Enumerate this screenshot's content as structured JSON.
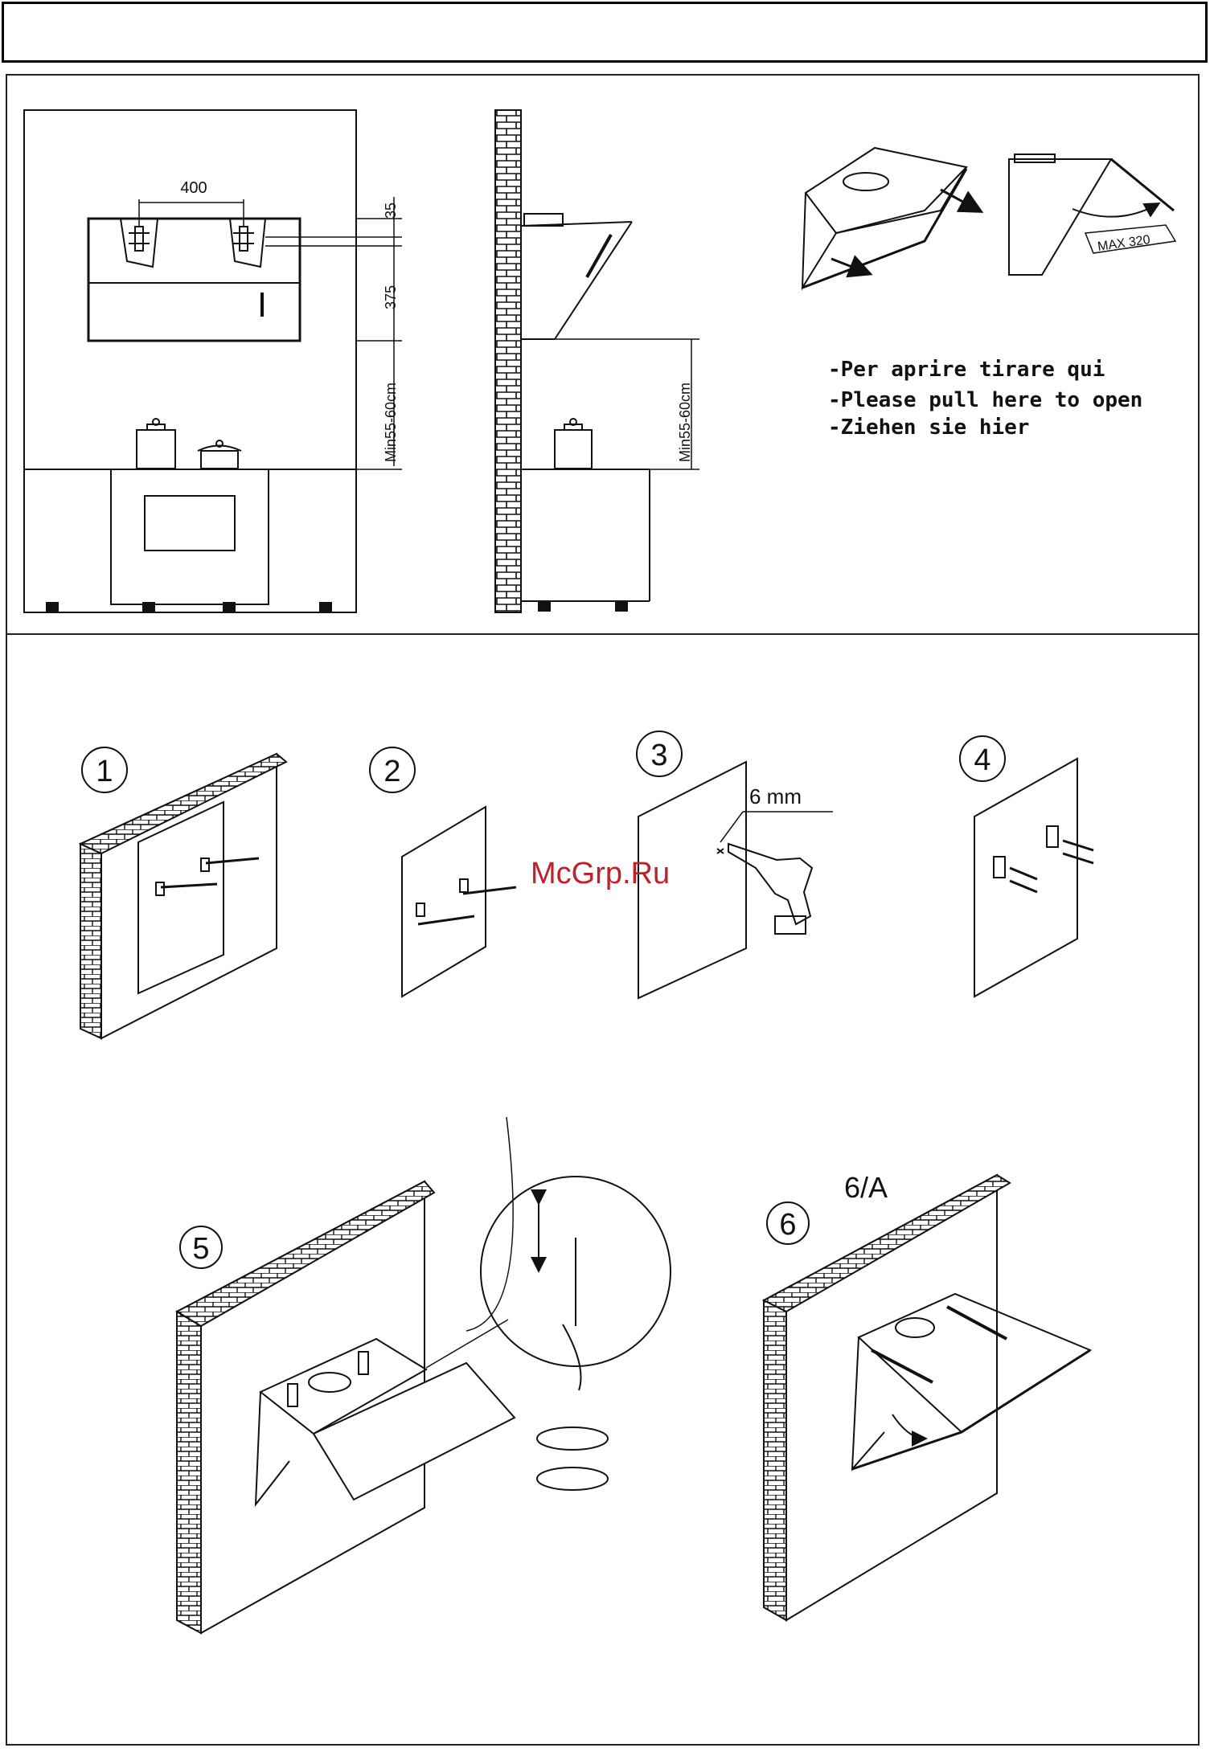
{
  "dimensions": {
    "width_spacing": "400",
    "top_gap": "35",
    "hood_height": "375",
    "clearance_front": "Min55-60cm",
    "clearance_side": "Min55-60cm",
    "max_opening": "MAX 320"
  },
  "instructions": [
    "-Per aprire tirare qui",
    "-Please pull here to open",
    "-Ziehen sie hier"
  ],
  "steps": {
    "s1": "1",
    "s2": "2",
    "s3": "3",
    "s4": "4",
    "s5": "5",
    "s6": "6",
    "s6a": "6/A"
  },
  "drill_size": "6 mm",
  "watermark": "McGrp.Ru",
  "colors": {
    "line": "#111111",
    "watermark": "#c0202a"
  }
}
